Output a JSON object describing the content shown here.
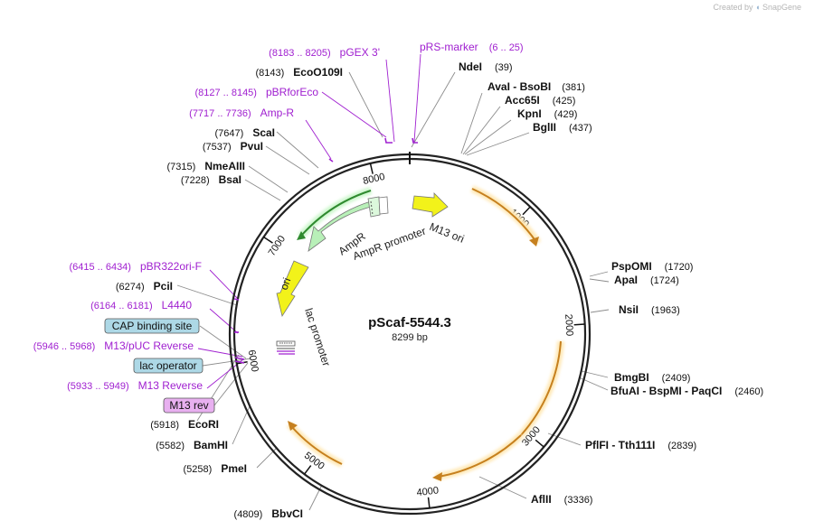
{
  "credit": {
    "prefix": "Created by",
    "brand": "SnapGene"
  },
  "plasmid": {
    "name": "pScaf-5544.3",
    "size_label": "8299 bp",
    "length": 8299
  },
  "colors": {
    "feature_purple": "#a020d0",
    "primer_purple": "#8b2fc9",
    "orange_feature": "#e6a23c",
    "ampr_green": "#90e890",
    "ori_yellow": "#f2f21a",
    "cap_box": "#add8e6",
    "m13rev_box": "#e8b0f0"
  },
  "ticks": [
    {
      "pos": 1000,
      "label": "1000"
    },
    {
      "pos": 2000,
      "label": "2000"
    },
    {
      "pos": 3000,
      "label": "3000"
    },
    {
      "pos": 4000,
      "label": "4000"
    },
    {
      "pos": 5000,
      "label": "5000"
    },
    {
      "pos": 6000,
      "label": "6000"
    },
    {
      "pos": 7000,
      "label": "7000"
    },
    {
      "pos": 8000,
      "label": "8000"
    }
  ],
  "enzymes_right": [
    {
      "name": "NdeI",
      "pos": "(39)"
    },
    {
      "name": "AvaI  - BsoBI",
      "pos": "(381)"
    },
    {
      "name": "Acc65I",
      "pos": "(425)"
    },
    {
      "name": "KpnI",
      "pos": "(429)"
    },
    {
      "name": "BglII",
      "pos": "(437)"
    },
    {
      "name": "PspOMI",
      "pos": "(1720)"
    },
    {
      "name": "ApaI",
      "pos": "(1724)"
    },
    {
      "name": "NsiI",
      "pos": "(1963)"
    },
    {
      "name": "BmgBI",
      "pos": "(2409)"
    },
    {
      "name": "BfuAI  - BspMI  - PaqCI",
      "pos": "(2460)"
    },
    {
      "name": "PflFI  - Tth111I",
      "pos": "(2839)"
    },
    {
      "name": "AflII",
      "pos": "(3336)"
    }
  ],
  "enzymes_left": [
    {
      "name": "EcoO109I",
      "pos": "(8143)"
    },
    {
      "name": "ScaI",
      "pos": "(7647)"
    },
    {
      "name": "PvuI",
      "pos": "(7537)"
    },
    {
      "name": "NmeAIII",
      "pos": "(7315)"
    },
    {
      "name": "BsaI",
      "pos": "(7228)"
    },
    {
      "name": "PciI",
      "pos": "(6274)"
    },
    {
      "name": "EcoRI",
      "pos": "(5918)"
    },
    {
      "name": "BamHI",
      "pos": "(5582)"
    },
    {
      "name": "PmeI",
      "pos": "(5258)"
    },
    {
      "name": "BbvCI",
      "pos": "(4809)"
    }
  ],
  "primers": [
    {
      "name": "pGEX 3'",
      "pos": "(8183 .. 8205)"
    },
    {
      "name": "pRS-marker",
      "pos": "(6 .. 25)"
    },
    {
      "name": "pBRforEco",
      "pos": "(8127 .. 8145)"
    },
    {
      "name": "Amp-R",
      "pos": "(7717 .. 7736)"
    },
    {
      "name": "pBR322ori-F",
      "pos": "(6415 .. 6434)"
    },
    {
      "name": "L4440",
      "pos": "(6164 .. 6181)"
    },
    {
      "name": "M13/pUC Reverse",
      "pos": "(5946 .. 5968)"
    },
    {
      "name": "M13 Reverse",
      "pos": "(5933 .. 5949)"
    }
  ],
  "boxed_features": [
    {
      "name": "CAP binding site"
    },
    {
      "name": "lac operator"
    },
    {
      "name": "M13 rev"
    }
  ],
  "features": {
    "m13_ori": "M13 ori",
    "ampr": "AmpR",
    "ampr_promoter": "AmpR promoter",
    "ori": "ori",
    "lac_promoter": "lac promoter"
  }
}
